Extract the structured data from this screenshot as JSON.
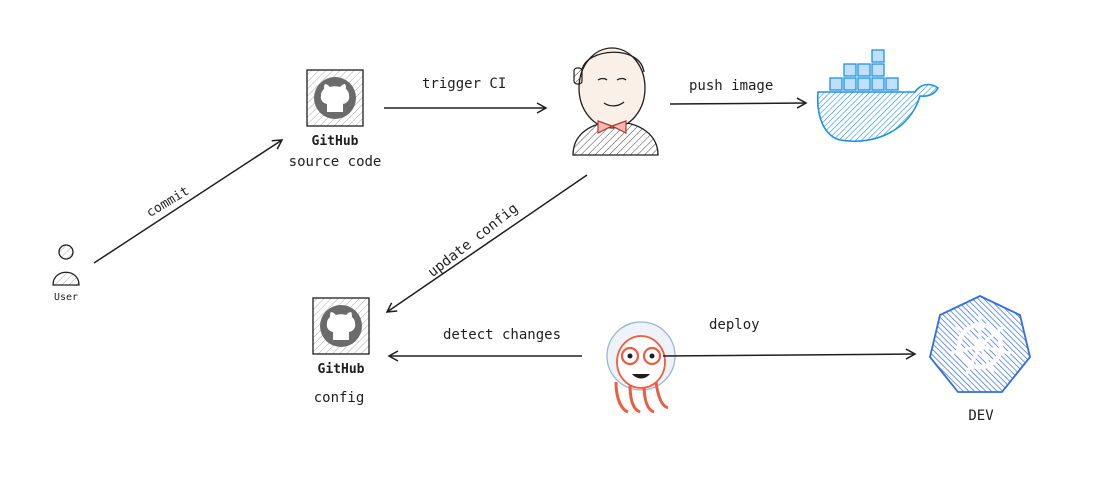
{
  "nodes": {
    "user": {
      "label": "User"
    },
    "github_source": {
      "title": "GitHub",
      "subtitle": "source code"
    },
    "jenkins": {
      "label": ""
    },
    "docker": {
      "label": ""
    },
    "github_config": {
      "title": "GitHub",
      "subtitle": "config"
    },
    "argocd": {
      "label": ""
    },
    "kubernetes": {
      "label": "DEV"
    }
  },
  "edges": {
    "commit": "commit",
    "trigger_ci": "trigger CI",
    "push_image": "push image",
    "update_config": "update config",
    "detect_changes": "detect changes",
    "deploy": "deploy"
  },
  "colors": {
    "stroke": "#1e1e1e",
    "github_fill": "#6b6b6b",
    "docker_blue": "#1d91e6",
    "argo_orange": "#ef5b3f",
    "k8s_blue": "#326ce5"
  }
}
